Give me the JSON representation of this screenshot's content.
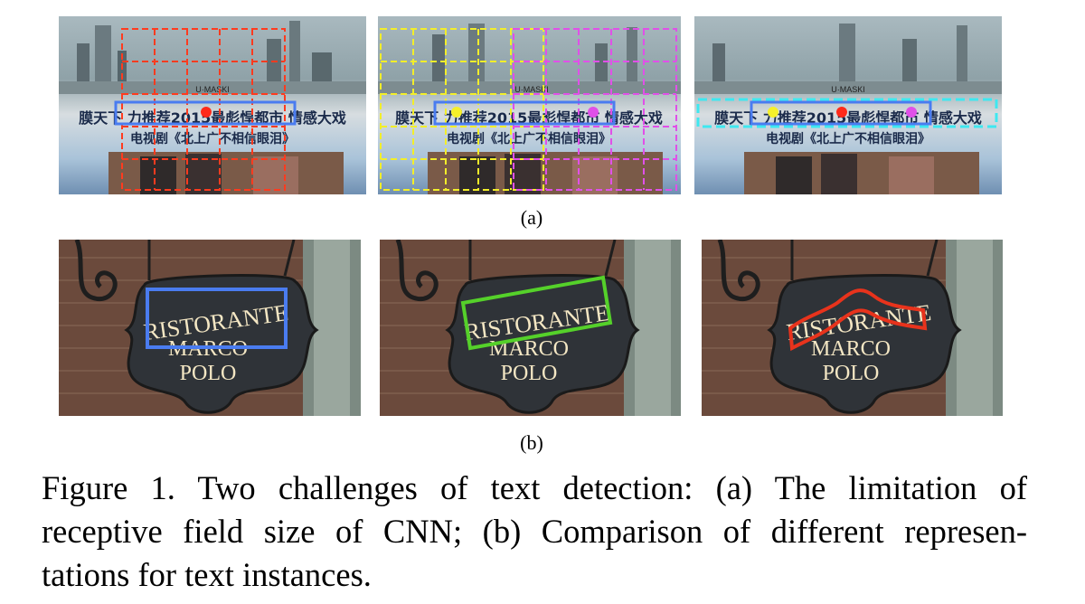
{
  "figure": {
    "row_a_label": "(a)",
    "row_b_label": "(b)",
    "caption_lines": [
      "Figure 1. Two challenges of text detection: (a) The limitation of",
      "receptive field size of CNN; (b) Comparison of different represen-",
      "tations for text instances."
    ]
  },
  "billboard": {
    "line1": "膜天下 力推荐2015最彪悍都市 情感大戏",
    "line2": "电视剧《北上广不相信眼泪》",
    "brand": "U·MASKI"
  },
  "sign": {
    "word1": "RISTORANTE",
    "word2": "MARCO",
    "word3": "POLO"
  },
  "colors": {
    "blue_box": "#4a7cf0",
    "green_box": "#55d12a",
    "red_curve": "#e8331c",
    "red_grid": "#ff3b1f",
    "yellow_grid": "#f2ee2a",
    "magenta_grid": "#e050e8",
    "cyan_box": "#3ee8f0"
  }
}
